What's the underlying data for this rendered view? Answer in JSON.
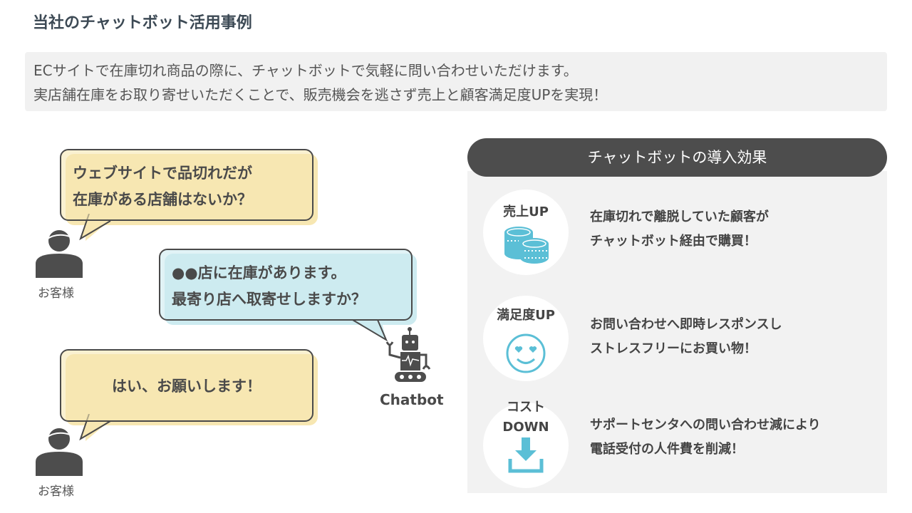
{
  "title": "当社のチャットボット活用事例",
  "intro": [
    "ECサイトで在庫切れ商品の際に、チャットボットで気軽に問い合わせいただけます。",
    "実店舗在庫をお取り寄せいただくことで、販売機会を逃さず売上と顧客満足度UPを実現！"
  ],
  "conversation": {
    "customer_label": "お客様",
    "bot_label": "Chatbot",
    "msg1": [
      "ウェブサイトで品切れだが",
      "在庫がある店舗はないか？"
    ],
    "msg2": [
      "●●店に在庫があります。",
      "最寄り店へ取寄せしますか？"
    ],
    "msg3": "はい、お願いします！"
  },
  "effects": {
    "header": "チャットボットの導入効果",
    "items": [
      {
        "title": "売上UP",
        "icon": "coins-icon",
        "lines": [
          "在庫切れで離脱していた顧客が",
          "チャットボット経由で購買！"
        ]
      },
      {
        "title": "満足度UP",
        "icon": "smiley-icon",
        "lines": [
          "お問い合わせへ即時レスポンスし",
          "ストレスフリーにお買い物！"
        ]
      },
      {
        "title_lines": [
          "コスト",
          "DOWN"
        ],
        "icon": "download-icon",
        "lines": [
          "サポートセンタへの問い合わせ減により",
          "電話受付の人件費を削減！"
        ]
      }
    ]
  },
  "colors": {
    "yellow": "#f7e7b2",
    "blue": "#cdebf0",
    "accent": "#5bbfd6",
    "dark": "#4d4d4d"
  }
}
